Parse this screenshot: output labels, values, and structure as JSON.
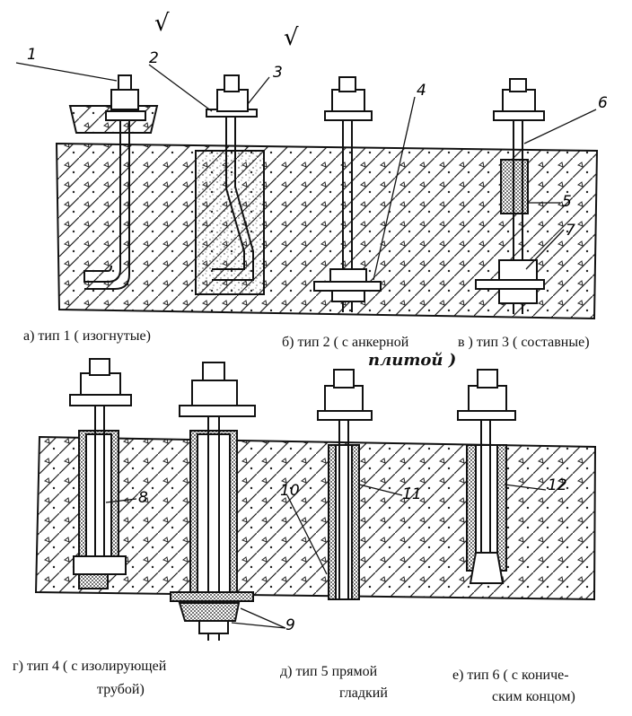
{
  "marks": {
    "check": "√"
  },
  "callouts": [
    "1",
    "2",
    "3",
    "4",
    "5",
    "6",
    "7",
    "8",
    "9",
    "10",
    "11",
    "12"
  ],
  "captions": {
    "a": "а)  тип 1 ( изогнутые)",
    "b": "б) тип 2  ( с анкерной",
    "b_hand": "плитой )",
    "c": "в ) тип 3 ( составные)",
    "d1": "г) тип 4 ( с изолирующей",
    "d2": "трубой)",
    "e1": "д) тип 5 прямой",
    "e2": "гладкий",
    "f1": "е) тип 6 ( с кониче-",
    "f2": "ским концом)"
  }
}
